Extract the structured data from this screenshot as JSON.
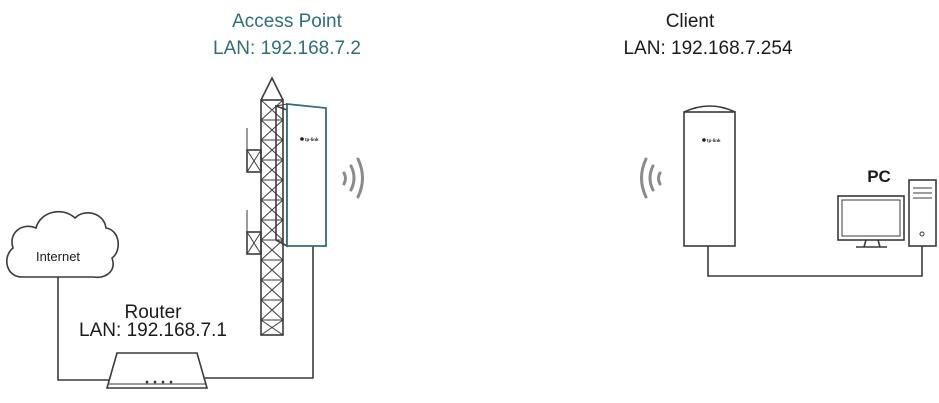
{
  "diagram": {
    "access_point": {
      "title": "Access Point",
      "lan": "LAN: 192.168.7.2",
      "brand": "tp-link"
    },
    "client": {
      "title": "Client",
      "lan": "LAN: 192.168.7.254",
      "brand": "tp-link"
    },
    "router": {
      "title": "Router",
      "lan": "LAN: 192.168.7.1"
    },
    "internet": {
      "label": "Internet"
    },
    "pc": {
      "label": "PC"
    },
    "colors": {
      "accent_teal": "#2e6f78",
      "line": "#3a3a3a",
      "wave": "#8a8a8a"
    },
    "icons": [
      "cloud-icon",
      "router-icon",
      "antenna-tower-icon",
      "access-point-device-icon",
      "client-device-icon",
      "wireless-signal-icon",
      "pc-monitor-icon",
      "pc-tower-icon"
    ]
  }
}
